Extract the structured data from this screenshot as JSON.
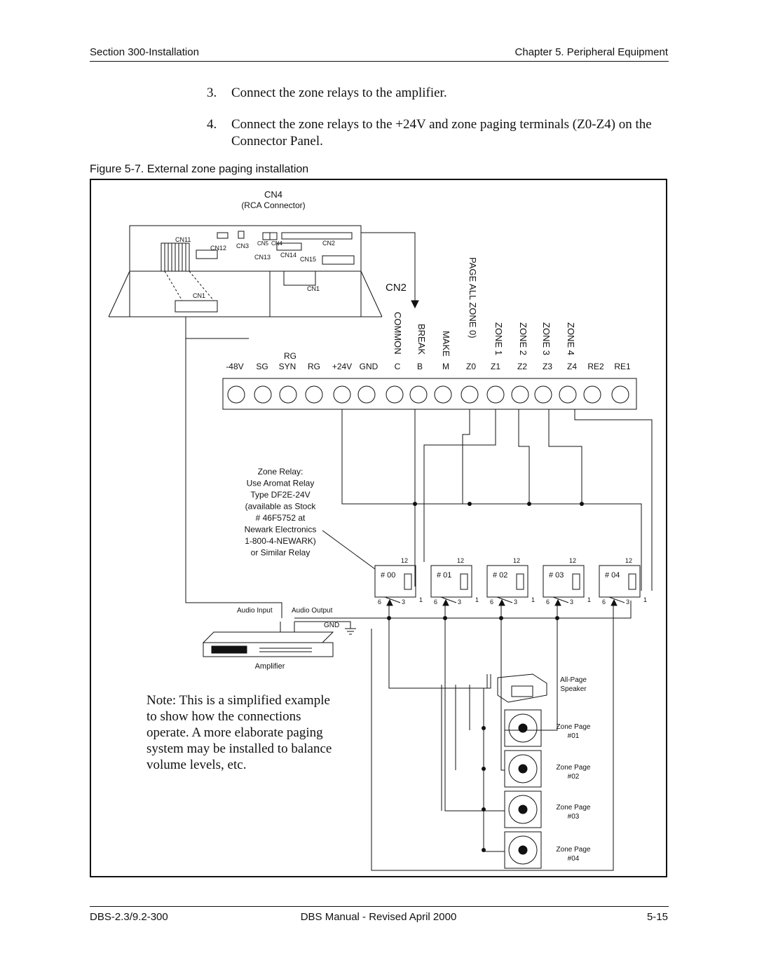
{
  "header": {
    "left": "Section 300-Installation",
    "right": "Chapter 5. Peripheral Equipment"
  },
  "steps": [
    {
      "number": "3.",
      "text": "Connect the zone relays to the amplifier."
    },
    {
      "number": "4.",
      "text": "Connect the zone relays to the +24V and zone paging terminals (Z0-Z4) on the Connector Panel."
    }
  ],
  "figure": {
    "caption": "Figure 5-7. External zone paging installation",
    "cn4_label": "CN4",
    "cn4_sub": "(RCA Connector)",
    "board_labels": [
      "CN11",
      "CN12",
      "CN3",
      "CN5",
      "CN4",
      "CN2",
      "CN13",
      "CN14",
      "CN15",
      "CN1",
      "CN1"
    ],
    "cn2_label": "CN2",
    "vertical_labels": [
      "COMMON",
      "BREAK",
      "MAKE",
      "PAGE ALL ZONE 0)",
      "ZONE 1",
      "ZONE 2",
      "ZONE 3",
      "ZONE 4"
    ],
    "rg_label": "RG",
    "terminal_labels": [
      "-48V",
      "SG",
      "SYN",
      "RG",
      "+24V",
      "GND",
      "C",
      "B",
      "M",
      "Z0",
      "Z1",
      "Z2",
      "Z3",
      "Z4",
      "RE2",
      "RE1"
    ],
    "relay_note": [
      "Zone Relay:",
      "Use Aromat Relay",
      "Type DF2E-24V",
      "(available as Stock",
      "# 46F5752 at",
      "Newark Electronics",
      "1-800-4-NEWARK)",
      "or Similar Relay"
    ],
    "relays": [
      "# 00",
      "# 01",
      "# 02",
      "# 03",
      "# 04"
    ],
    "relay_pin_top": "12",
    "relay_pin_6": "6",
    "relay_pin_3": "3",
    "relay_pin_1": "1",
    "audio_input": "Audio Input",
    "audio_output": "Audio Output",
    "gnd": "GND",
    "amplifier": "Amplifier",
    "speakers": [
      {
        "label1": "All-Page",
        "label2": "Speaker"
      },
      {
        "label1": "Zone Page",
        "label2": "#01"
      },
      {
        "label1": "Zone Page",
        "label2": "#02"
      },
      {
        "label1": "Zone Page",
        "label2": "#03"
      },
      {
        "label1": "Zone Page",
        "label2": "#04"
      }
    ]
  },
  "note": [
    "Note: This is a simplified example",
    "to show how the connections",
    "operate. A more elaborate paging",
    "system may be installed to balance",
    "volume levels, etc."
  ],
  "footer": {
    "left": "DBS-2.3/9.2-300",
    "center": "DBS Manual - Revised April 2000",
    "right": "5-15"
  }
}
